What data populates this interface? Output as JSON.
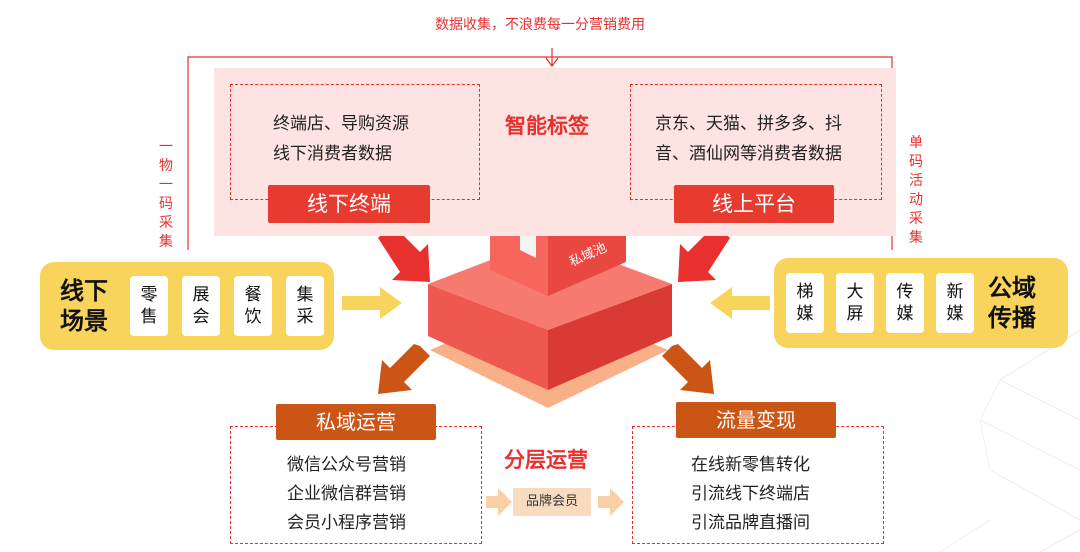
{
  "top_note": "数据收集，不浪费每一分营销费用",
  "left_side_label": [
    "一",
    "物",
    "一",
    "码",
    "采",
    "集"
  ],
  "right_side_label": [
    "单",
    "码",
    "活",
    "动",
    "采",
    "集"
  ],
  "top_center_label": "智能标签",
  "offline": {
    "text_lines": [
      "终端店、导购资源",
      "线下消费者数据"
    ],
    "button": "线下终端"
  },
  "online": {
    "text_lines": [
      "京东、天猫、拼多多、抖",
      "音、酒仙网等消费者数据"
    ],
    "button": "线上平台"
  },
  "box_label": "私域池",
  "left_panel": {
    "title": [
      "线下",
      "场景"
    ],
    "cards": [
      [
        "零",
        "售"
      ],
      [
        "展",
        "会"
      ],
      [
        "餐",
        "饮"
      ],
      [
        "集",
        "采"
      ]
    ]
  },
  "right_panel": {
    "title": [
      "公域",
      "传播"
    ],
    "cards": [
      [
        "梯",
        "媒"
      ],
      [
        "大",
        "屏"
      ],
      [
        "传",
        "媒"
      ],
      [
        "新",
        "媒"
      ]
    ]
  },
  "bottom_center_label": "分层运营",
  "brand_member": "品牌会员",
  "private_ops": {
    "button": "私域运营",
    "items": [
      "微信公众号营销",
      "企业微信群营销",
      "会员小程序营销"
    ]
  },
  "traffic": {
    "button": "流量变现",
    "items": [
      "在线新零售转化",
      "引流线下终端店",
      "引流品牌直播间"
    ]
  },
  "colors": {
    "red": "#e8312f",
    "yellow": "#f9d45c",
    "orange": "#cb5515",
    "pink": "#fde3e1"
  }
}
